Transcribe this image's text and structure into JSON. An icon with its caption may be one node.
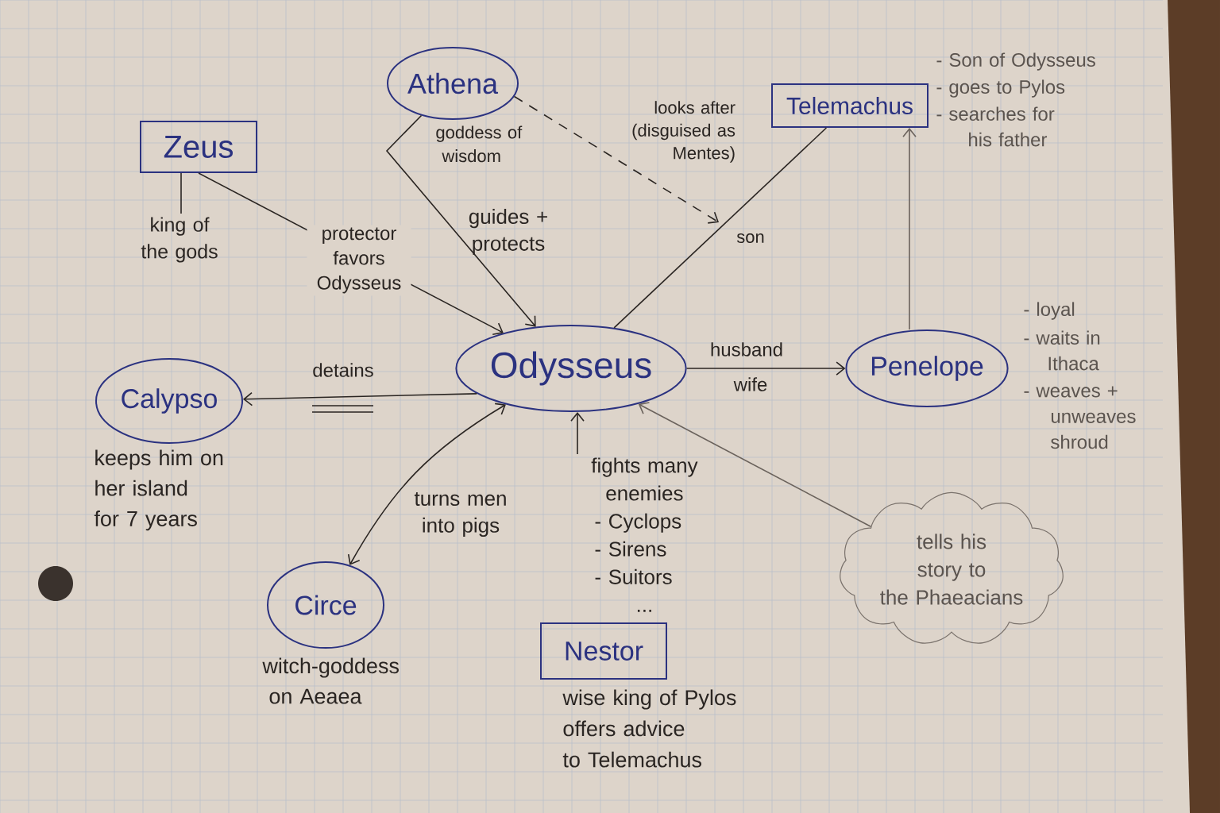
{
  "diagram": {
    "nodes": [
      {
        "text": [
          "Athena"
        ],
        "beside": [
          "goddess of wisdom"
        ]
      },
      {
        "text": [
          "Telemachus"
        ],
        "beside": [
          "- Son of Odysseus",
          "- goes to Pylos",
          "- searches for his father"
        ]
      },
      {
        "text": [
          "Zeus"
        ]
      },
      {
        "text": [
          "king of the gods"
        ]
      },
      {
        "text": [
          "Odysseus"
        ]
      },
      {
        "text": [
          "Penelope"
        ],
        "beside": [
          "- loyal",
          "- waits in Ithaca",
          "- weaves + unweaves shroud"
        ]
      },
      {
        "text": [
          "Calypso"
        ],
        "beside": [
          "keeps him on her island for 7 years"
        ]
      },
      {
        "text": [
          "fights many enemies",
          "- Cyclops",
          "- Sirens",
          "- Suitors",
          "..."
        ]
      },
      {
        "text": [
          "tells his story to the Phaeacians"
        ]
      },
      {
        "text": [
          "Circe"
        ],
        "beside": [
          "witch-goddess on Aeaea"
        ]
      },
      {
        "text": [
          "Nestor"
        ],
        "beside": [
          "wise king of Pylos offers advice to Telemachus"
        ]
      }
    ],
    "edges": [
      {
        "from": 2,
        "to": 3,
        "arrow": "none"
      },
      {
        "from": 2,
        "to": 4,
        "arrow": "to",
        "label": "protector favors Odysseus"
      },
      {
        "from": 0,
        "to": 4,
        "arrow": "to",
        "label": "guides + protects"
      },
      {
        "from": 0,
        "to": null,
        "arrow": "to",
        "style": "dashed",
        "label": "looks after (disguised as Mentes)"
      },
      {
        "from": 4,
        "to": 1,
        "arrow": "none",
        "label": "son"
      },
      {
        "from": 5,
        "to": 1,
        "arrow": "to",
        "color": "#6a625c"
      },
      {
        "from": 4,
        "to": 5,
        "arrow": "to",
        "label": "husband"
      },
      {
        "from": 4,
        "to": 6,
        "arrow": "to",
        "label": "detains"
      },
      {
        "from": 9,
        "to": 4,
        "arrow": "both",
        "label": "turns men into pigs"
      },
      {
        "from": 7,
        "to": 4,
        "arrow": "to"
      },
      {
        "from": 8,
        "to": 4,
        "arrow": "to",
        "color": "#6a625c"
      }
    ],
    "labels": [
      "wife"
    ]
  }
}
